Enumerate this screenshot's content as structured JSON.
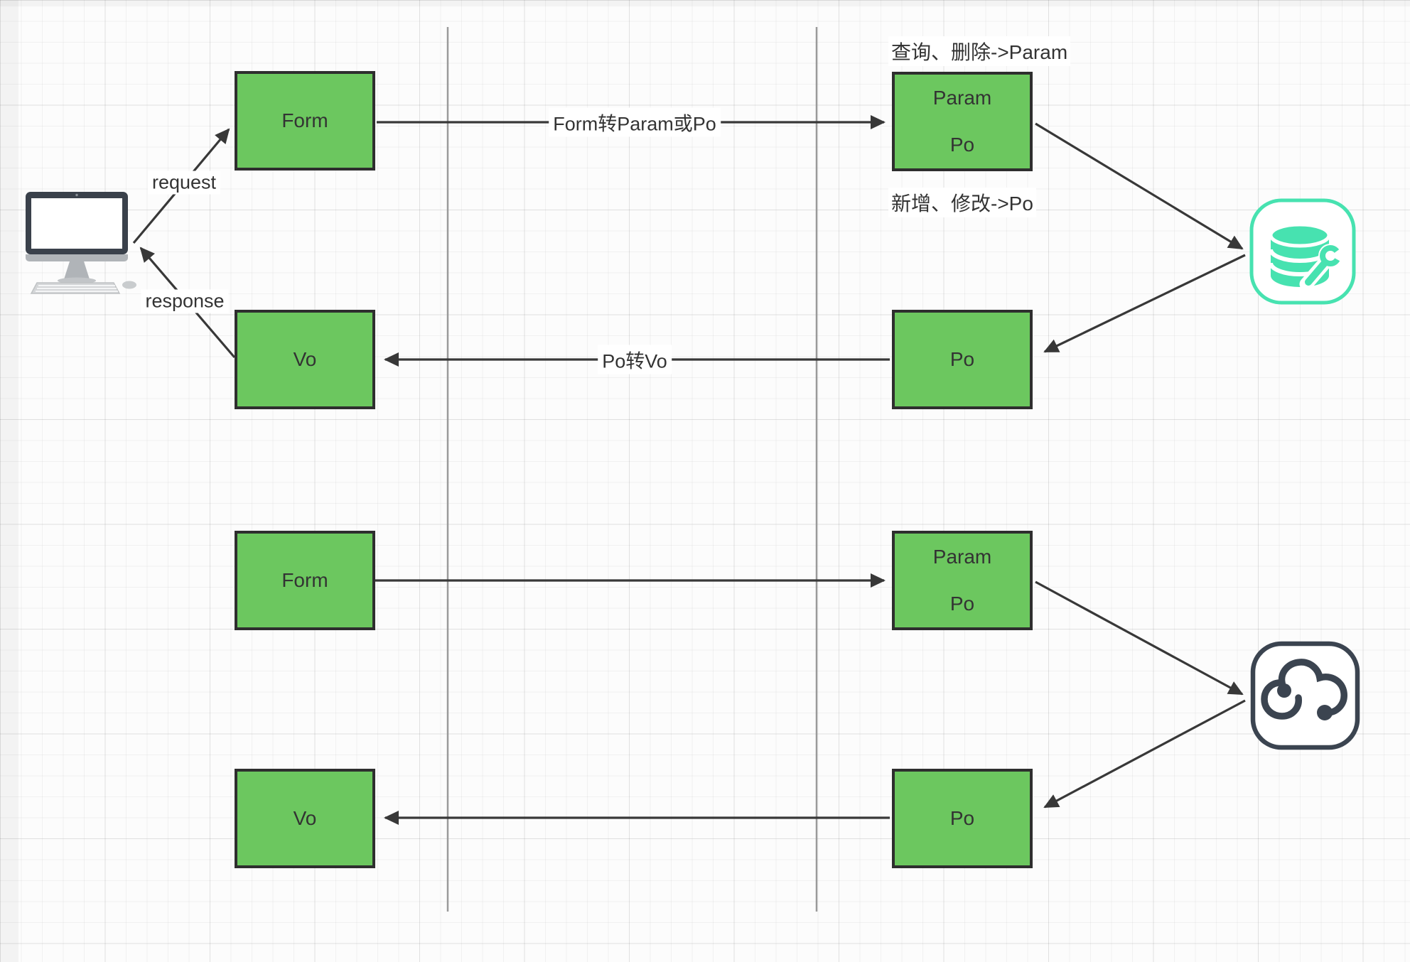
{
  "diagram": {
    "title_hint": "Form/Vo to Param/Po conversion flow diagram",
    "labels": {
      "request": "request",
      "response": "response",
      "form_to_param": "Form转Param或Po",
      "po_to_vo": "Po转Vo",
      "query_delete_note": "查询、删除->Param",
      "add_update_note": "新增、修改->Po"
    },
    "boxes": {
      "form1": {
        "label": "Form"
      },
      "parampo1": {
        "line1": "Param",
        "line2": "Po"
      },
      "vo1": {
        "label": "Vo"
      },
      "po1": {
        "label": "Po"
      },
      "form2": {
        "label": "Form"
      },
      "parampo2": {
        "line1": "Param",
        "line2": "Po"
      },
      "vo2": {
        "label": "Vo"
      },
      "po2": {
        "label": "Po"
      }
    },
    "icons": {
      "client": "computer-monitor",
      "database": "database-maintenance",
      "cloud": "cloud-service"
    },
    "colors": {
      "box_fill": "#6cc75f",
      "box_border": "#2e2e2e",
      "arrow": "#383838",
      "db_icon": "#47e2b0",
      "cloud_icon": "#3b4450",
      "separator": "#9a9a9a",
      "text": "#333333"
    }
  }
}
